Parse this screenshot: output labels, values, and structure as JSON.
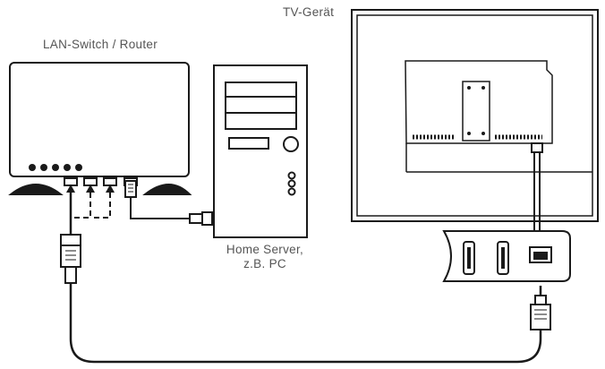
{
  "labels": {
    "router": "LAN-Switch / Router",
    "tv": "TV-Gerät",
    "server_line1": "Home Server,",
    "server_line2": "z.B. PC"
  },
  "icons": {
    "router": "router-icon",
    "server": "pc-tower-icon",
    "tv": "tv-back-icon",
    "connector_box": "connection-box-icon",
    "ethernet_plug": "rj45-plug-icon"
  },
  "colors": {
    "stroke": "#1a1a1a",
    "text": "#555555"
  }
}
